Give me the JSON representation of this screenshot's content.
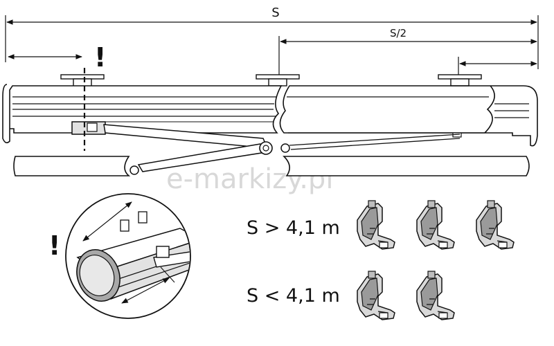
{
  "dimensions": {
    "total_label": "S",
    "half_label": "S/2"
  },
  "warning_mark": "!",
  "watermark": "e-markizy.pl",
  "rules": [
    {
      "label": "S > 4,1 m",
      "bracket_count": 3
    },
    {
      "label": "S < 4,1 m",
      "bracket_count": 2
    }
  ],
  "icons": [
    "mounting-bracket-icon",
    "warning-icon",
    "detail-magnifier"
  ]
}
